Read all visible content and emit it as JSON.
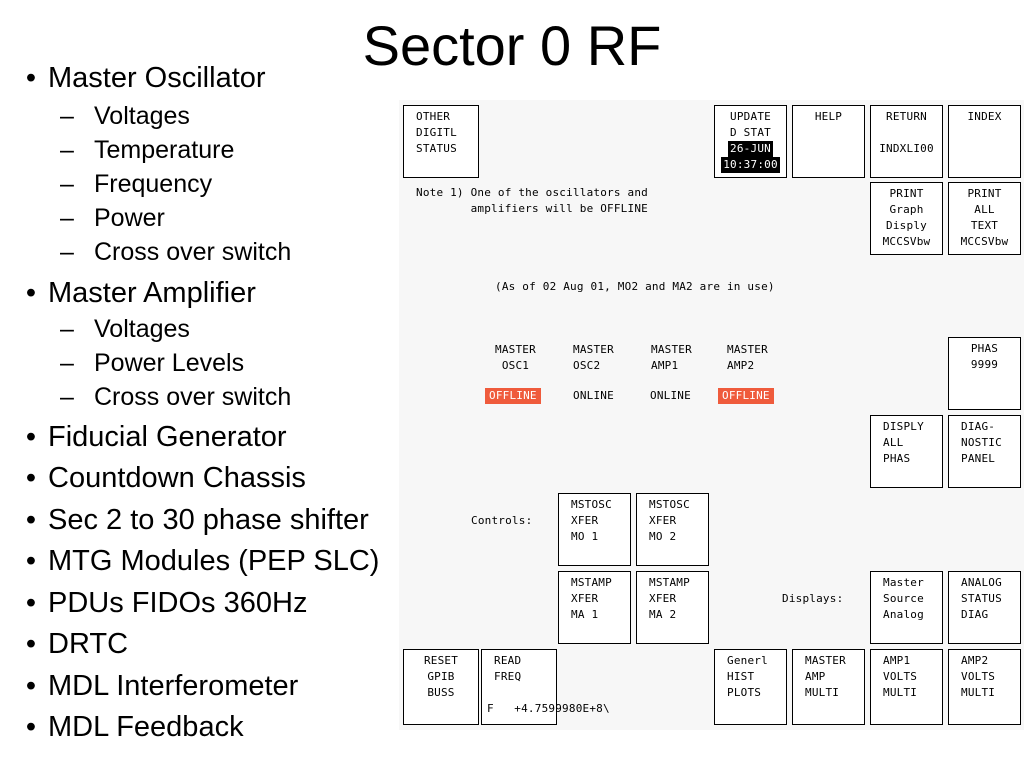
{
  "title": "Sector 0 RF",
  "outline": [
    {
      "text": "Master Oscillator",
      "subs": [
        "Voltages",
        "Temperature",
        "Frequency",
        "Power",
        "Cross over switch"
      ]
    },
    {
      "text": "Master Amplifier",
      "subs": [
        "Voltages",
        "Power Levels",
        "Cross over switch"
      ]
    },
    {
      "text": "Fiducial Generator",
      "subs": []
    },
    {
      "text": "Countdown Chassis",
      "subs": []
    },
    {
      "text": "Sec 2 to 30 phase shifter",
      "subs": []
    },
    {
      "text": "MTG Modules (PEP SLC)",
      "subs": []
    },
    {
      "text": "PDUs FIDOs 360Hz",
      "subs": []
    },
    {
      "text": "DRTC",
      "subs": []
    },
    {
      "text": "MDL Interferometer",
      "subs": []
    },
    {
      "text": "MDL Feedback",
      "subs": []
    }
  ],
  "bullet_glyph": "•",
  "dash_glyph": "–",
  "panel": {
    "other_digitl_status": [
      "OTHER",
      "DIGITL",
      "STATUS"
    ],
    "update": {
      "l1": "UPDATE",
      "l2": "D STAT",
      "date": "26-JUN",
      "time": "10:37:00"
    },
    "help": "HELP",
    "return": {
      "l1": "RETURN",
      "l2": "INDXLI00"
    },
    "index": "INDEX",
    "note": [
      "Note 1) One of the oscillators and",
      "        amplifiers will be OFFLINE"
    ],
    "print_graph": [
      "PRINT",
      "Graph",
      "Disply",
      "MCCSVbw"
    ],
    "print_all": [
      "PRINT",
      "ALL",
      "TEXT",
      "MCCSVbw"
    ],
    "as_of": "(As of 02 Aug 01, MO2 and MA2 are in use)",
    "units": [
      {
        "l1": "MASTER",
        "l2": "OSC1",
        "status": "OFFLINE",
        "offline": true
      },
      {
        "l1": "MASTER",
        "l2": "OSC2",
        "status": "ONLINE",
        "offline": false
      },
      {
        "l1": "MASTER",
        "l2": "AMP1",
        "status": "ONLINE",
        "offline": false
      },
      {
        "l1": "MASTER",
        "l2": "AMP2",
        "status": "OFFLINE",
        "offline": true
      }
    ],
    "phas": [
      "PHAS",
      "9999"
    ],
    "disply_all_phas": [
      "DISPLY",
      "ALL",
      "PHAS"
    ],
    "diag_panel": [
      "DIAG-",
      "NOSTIC",
      "PANEL"
    ],
    "controls_label": "Controls:",
    "mstosc1": [
      "MSTOSC",
      "XFER",
      "MO 1"
    ],
    "mstosc2": [
      "MSTOSC",
      "XFER",
      "MO 2"
    ],
    "mstamp1": [
      "MSTAMP",
      "XFER",
      "MA 1"
    ],
    "mstamp2": [
      "MSTAMP",
      "XFER",
      "MA 2"
    ],
    "displays_label": "Displays:",
    "master_source": [
      "Master",
      "Source",
      "Analog"
    ],
    "analog_status": [
      "ANALOG",
      "STATUS",
      "DIAG"
    ],
    "reset": [
      "RESET",
      "GPIB",
      "BUSS"
    ],
    "read_freq": [
      "READ",
      "FREQ"
    ],
    "freq_value": "F   +4.7599980E+8\\",
    "generl": [
      "Generl",
      "HIST",
      "PLOTS"
    ],
    "master_amp_multi": [
      "MASTER",
      "AMP",
      "MULTI"
    ],
    "amp1": [
      "AMP1",
      "VOLTS",
      "MULTI"
    ],
    "amp2": [
      "AMP2",
      "VOLTS",
      "MULTI"
    ]
  },
  "colors": {
    "offline": "#ef5b3c",
    "panel_bg": "#f7f7f7"
  }
}
